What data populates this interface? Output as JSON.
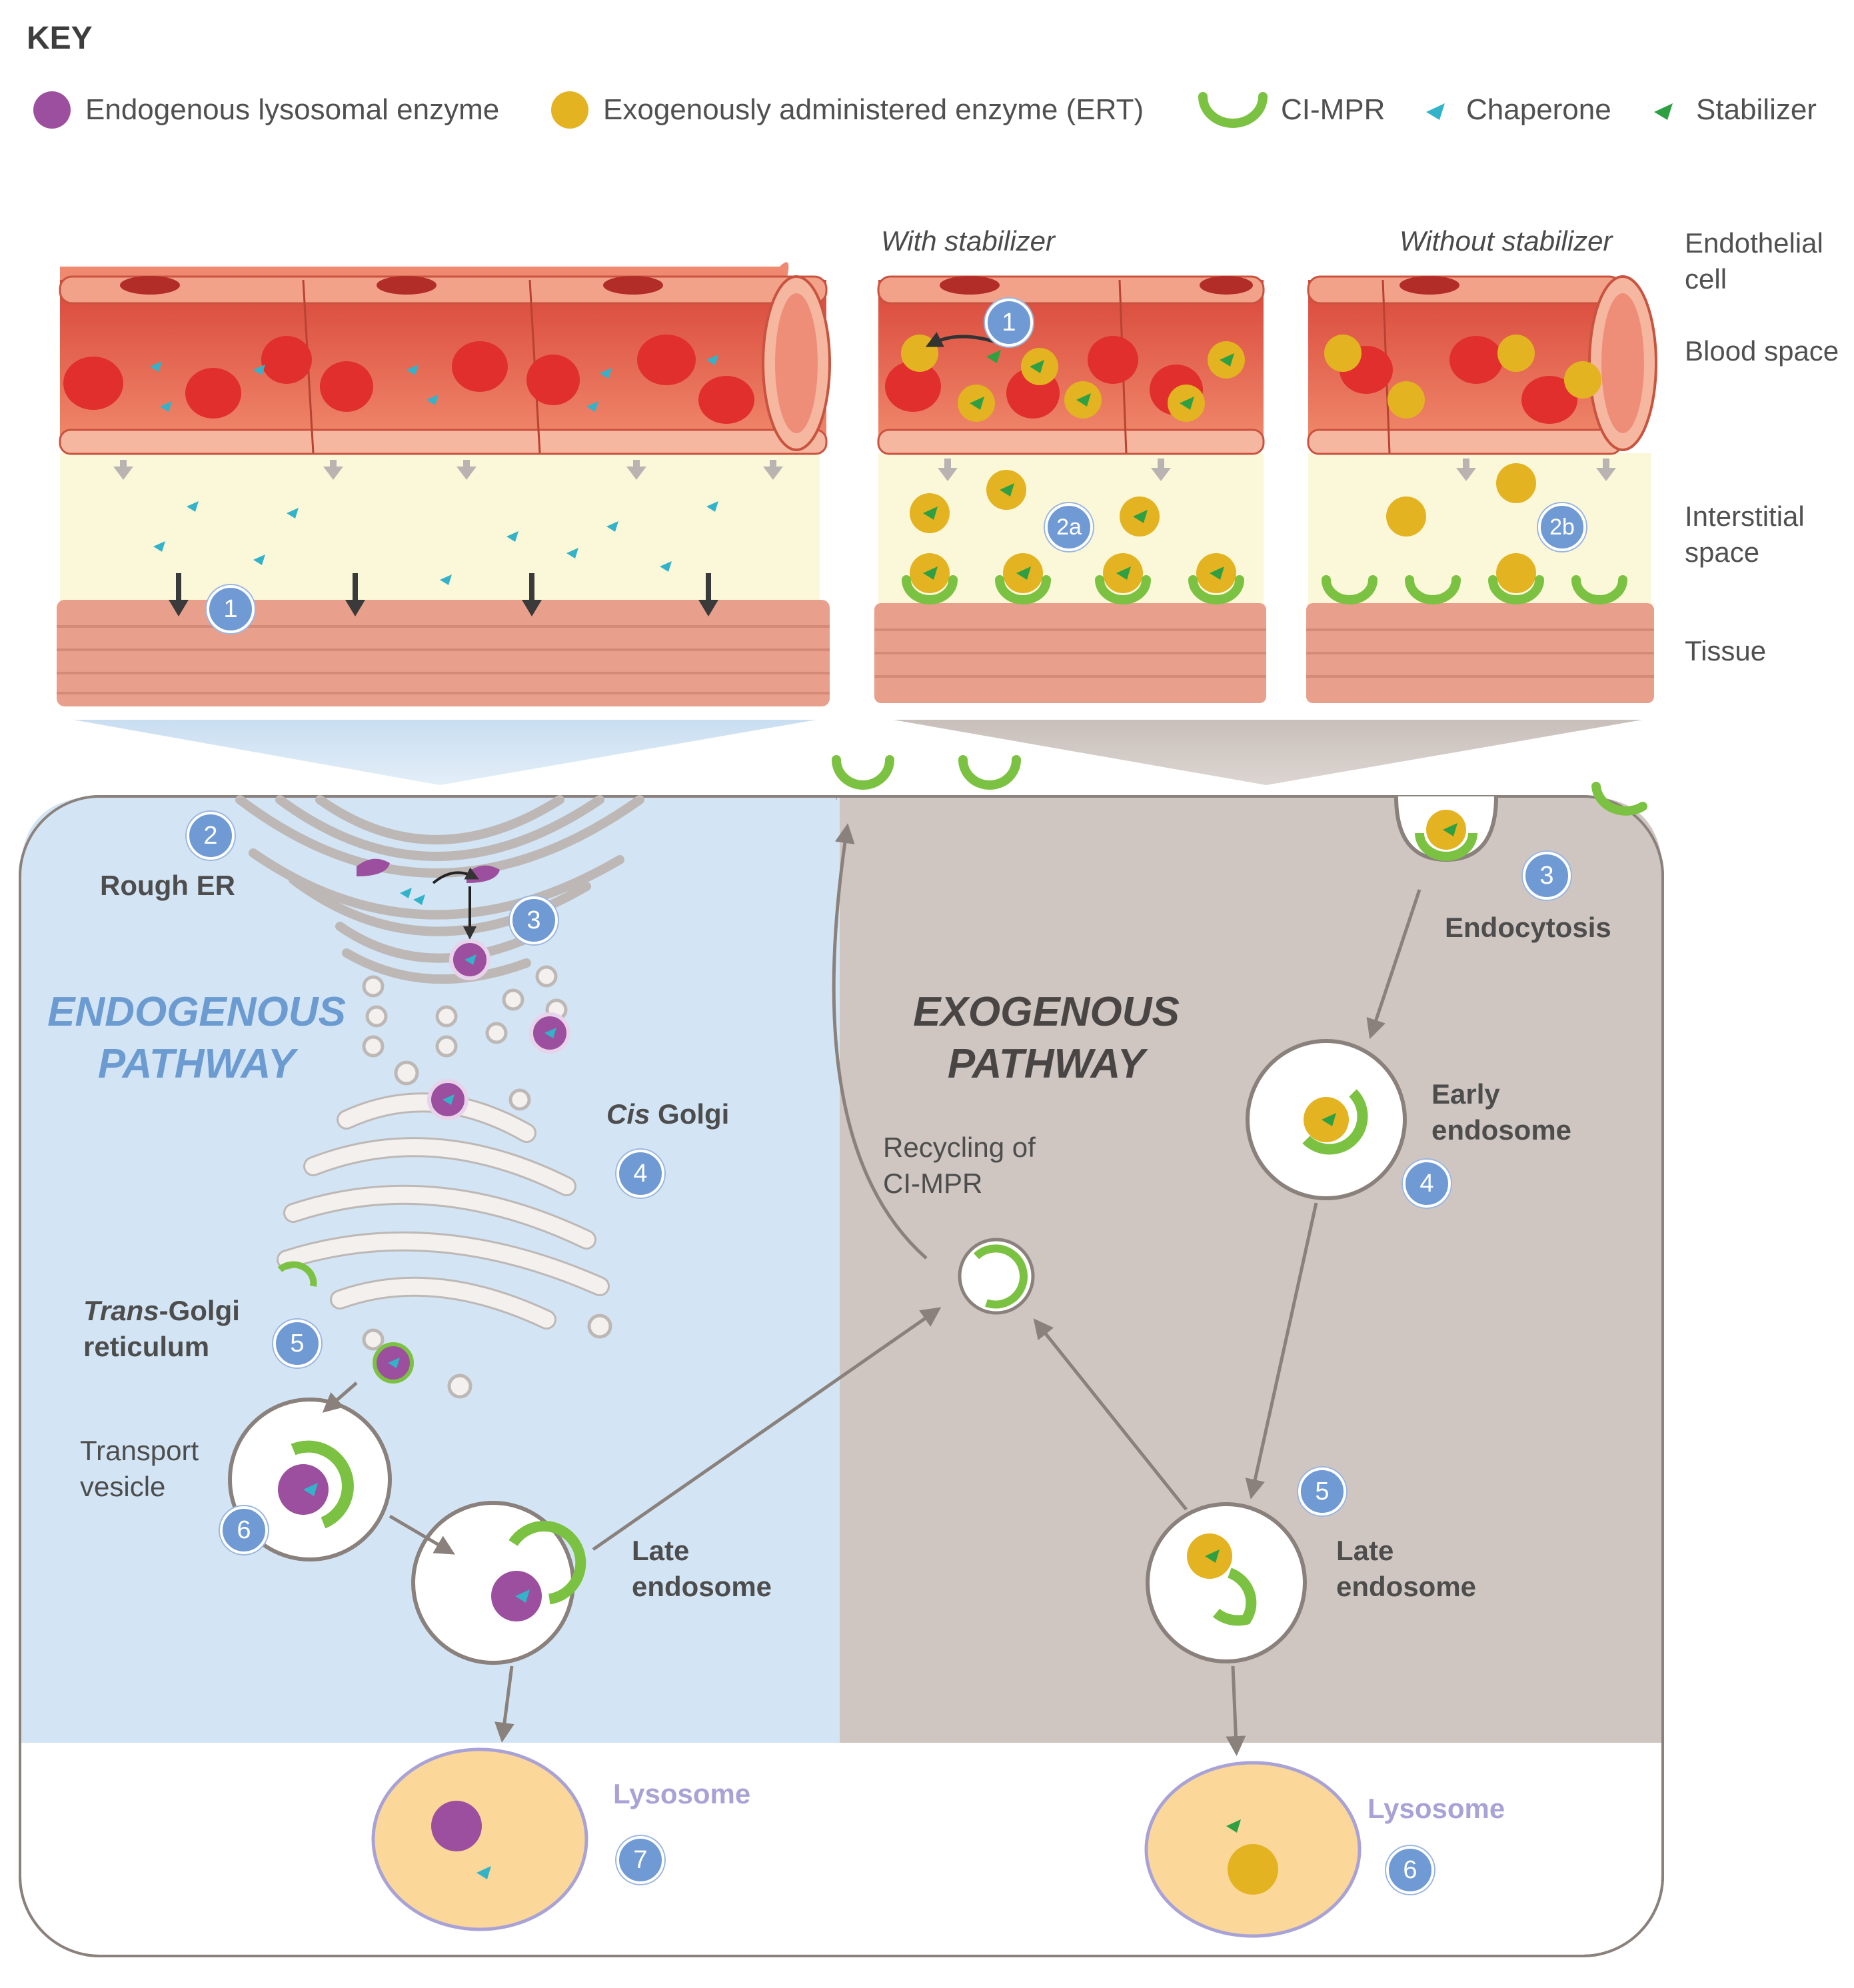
{
  "key": {
    "title": "KEY",
    "items": [
      {
        "label": "Endogenous lysosomal enzyme",
        "icon": "purple-circle-icon",
        "color": "#9b4f9e"
      },
      {
        "label": "Exogenously administered enzyme (ERT)",
        "icon": "yellow-circle-icon",
        "color": "#e3b321"
      },
      {
        "label": "CI-MPR",
        "icon": "receptor-arc-icon",
        "color": "#7cc242"
      },
      {
        "label": "Chaperone",
        "icon": "chaperone-wedge-icon",
        "color": "#33b3c9"
      },
      {
        "label": "Stabilizer",
        "icon": "stabilizer-wedge-icon",
        "color": "#2ea043"
      }
    ]
  },
  "panels": {
    "with_stabilizer": "With stabilizer",
    "without_stabilizer": "Without stabilizer"
  },
  "side_labels": {
    "endothelial": "Endothelial cell",
    "blood": "Blood space",
    "interstitial": "Interstitial space",
    "tissue": "Tissue"
  },
  "pathways": {
    "endogenous": {
      "title_line1": "ENDOGENOUS",
      "title_line2": "PATHWAY",
      "rough_er": "Rough ER",
      "cis_golgi_italic": "Cis",
      "cis_golgi_rest": " Golgi",
      "trans_italic": "Trans",
      "trans_rest": "-Golgi",
      "trans_line2": "reticulum",
      "transport_line1": "Transport",
      "transport_line2": "vesicle",
      "late_line1": "Late",
      "late_line2": "endosome",
      "lysosome": "Lysosome"
    },
    "exogenous": {
      "title_line1": "EXOGENOUS",
      "title_line2": "PATHWAY",
      "endocytosis": "Endocytosis",
      "early_line1": "Early",
      "early_line2": "endosome",
      "recycling_line1": "Recycling of",
      "recycling_line2": "CI-MPR",
      "late_line1": "Late",
      "late_line2": "endosome",
      "lysosome": "Lysosome"
    }
  },
  "badges": {
    "tissue_1": "1",
    "with_stab_1": "1",
    "b2a": "2a",
    "b2b": "2b",
    "endo_2": "2",
    "endo_3": "3",
    "endo_4": "4",
    "endo_5": "5",
    "endo_6": "6",
    "endo_7": "7",
    "exo_3": "3",
    "exo_4": "4",
    "exo_5": "5",
    "exo_6": "6"
  },
  "colors": {
    "endogenous_bg": "#d3e5f4",
    "exogenous_bg": "#cfc6c1",
    "vessel_red": "#e86a55",
    "rbc_red": "#e23b35",
    "interstitial": "#fbf7d9",
    "tissue": "#e8a08d",
    "lysosome_fill": "#fbd89a",
    "badge": "#6f9ad3"
  }
}
